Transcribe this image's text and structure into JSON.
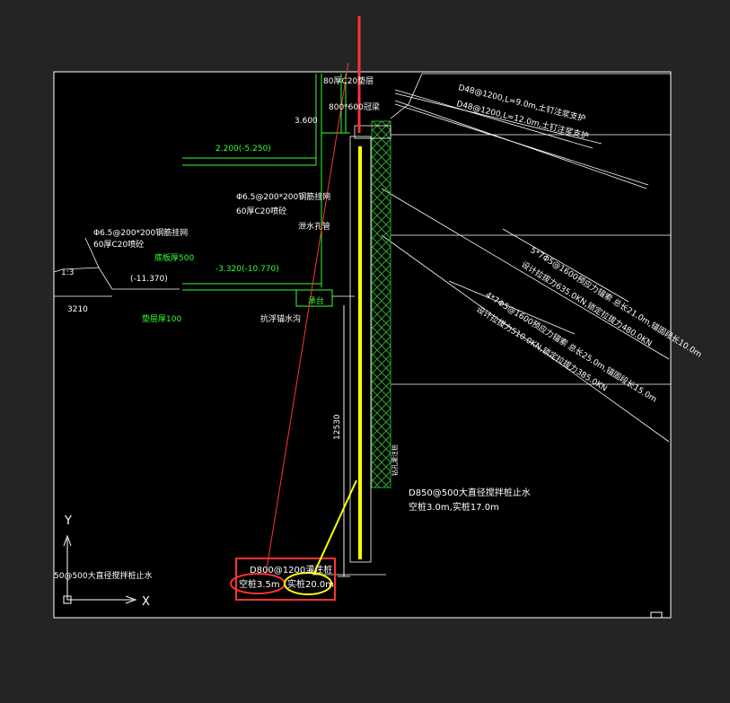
{
  "colors": {
    "background": "#242424",
    "canvas": "#000000",
    "lines": "#ffffff",
    "green": "#33ff33",
    "yellow": "#ffff00",
    "red": "#ff3333",
    "hatch": "#2aa82a"
  },
  "labels": {
    "top_cap": "80厚C20垫层",
    "crown_beam": "800*600冠梁",
    "elev_3600": "3.600",
    "elev_2200": "2.200(-5.250)",
    "mesh_upper_1": "Φ6.5@200*200钢筋挂网",
    "mesh_upper_2": "60厚C20喷砼",
    "drain_pipe": "泄水孔管",
    "mesh_left_1": "Φ6.5@200*200钢筋挂网",
    "mesh_left_2": "60厚C20喷砼",
    "floor_500": "底板厚500",
    "elev_11370": "(-11.370)",
    "elev_3320": "-3.320(-10.770)",
    "cushion_100": "垫层厚100",
    "cap": "承台",
    "anti_float": "抗浮锚水沟",
    "slope_ratio": "1:3",
    "dim_3210": "3210",
    "dim_12530": "12530",
    "pile_note": "钻孔灌注桩",
    "anchor1": "D48@1200,L=9.0m,土钉注浆支护",
    "anchor2": "D48@1200,L=12.0m,土钉注浆支护",
    "cable1_1": "5*7Φ5@1600预应力锚索 总长21.0m,锚固段长10.0m",
    "cable1_2": "设计拉拔力635.0KN,锁定拉拔力480.0KN",
    "cable2_1": "4*7Φ5@1600预应力锚索 总长25.0m,锚固段长15.0m",
    "cable2_2": "设计拉拔力510.0KN,锁定拉拔力385.0KN",
    "cutoff_1": "D850@500大直径搅拌桩止水",
    "cutoff_2": "空桩3.0m,实桩17.0m",
    "left_cutoff": "50@500大直径搅拌桩止水",
    "pile_spec": "D800@1200灌注桩",
    "empty_pile": "空桩3.5m",
    "solid_pile": "实桩20.0m",
    "axis_y": "Y",
    "axis_x": "X"
  }
}
